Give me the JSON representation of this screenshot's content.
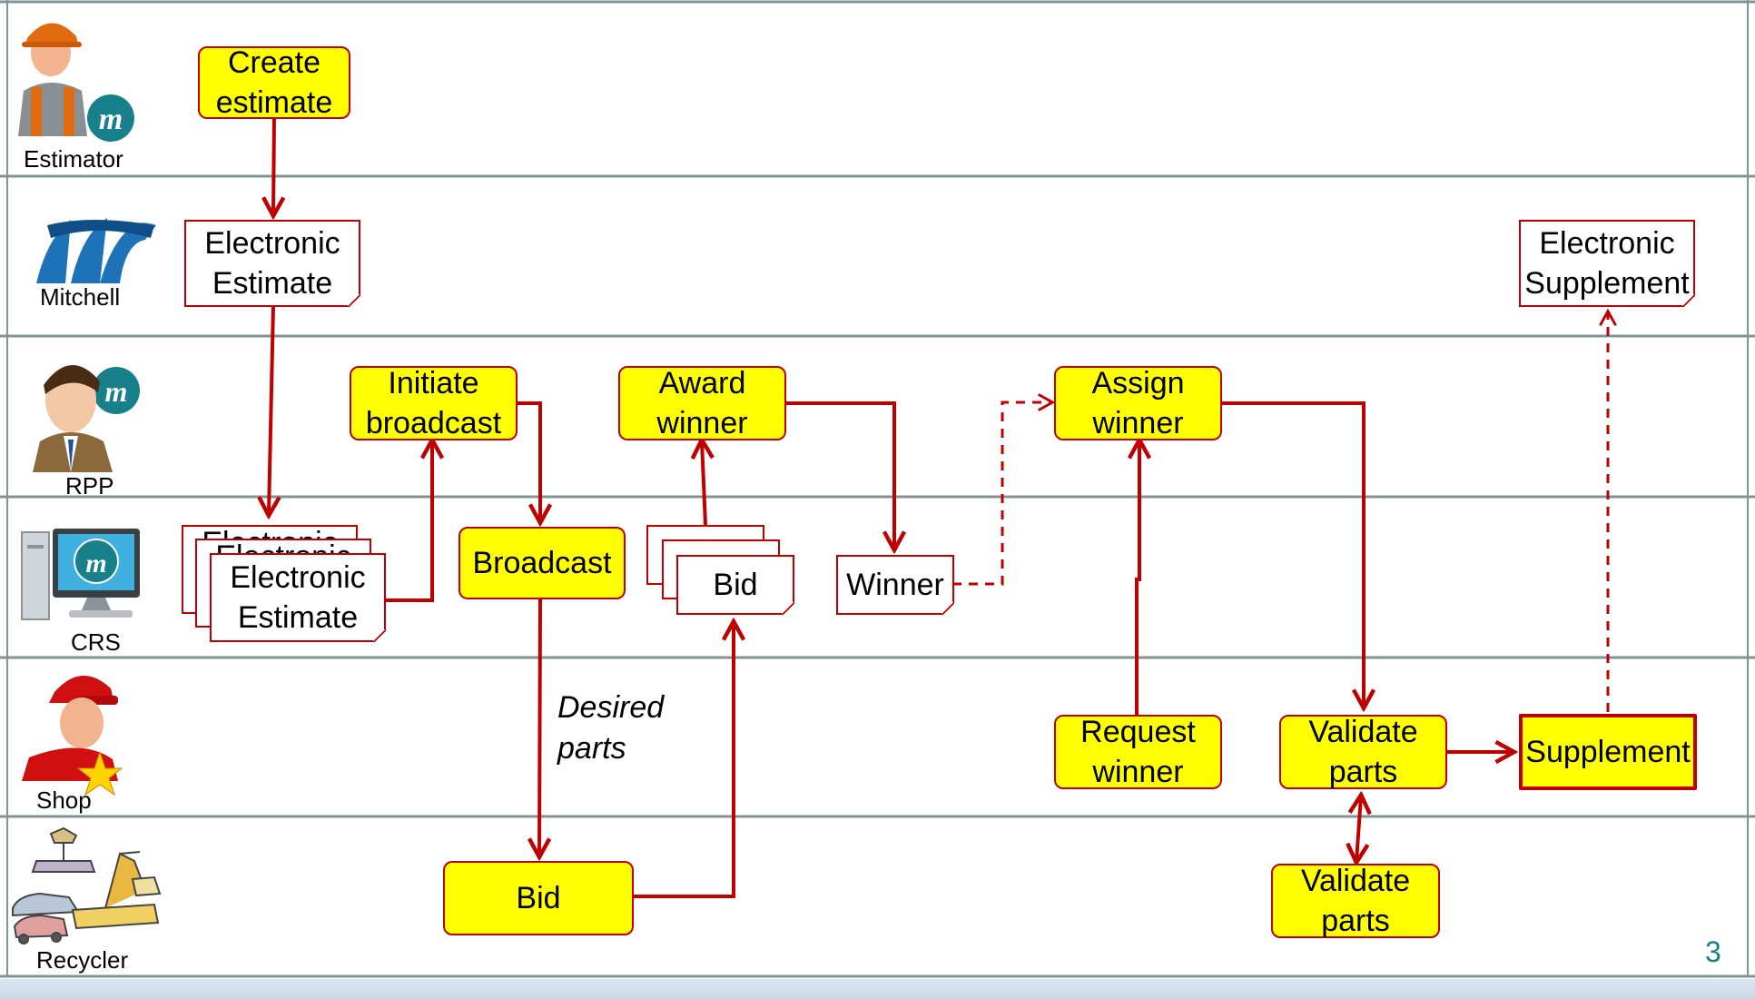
{
  "lanes": [
    {
      "label": "Estimator"
    },
    {
      "label": "Mitchell"
    },
    {
      "label": "RPP"
    },
    {
      "label": "CRS"
    },
    {
      "label": "Shop"
    },
    {
      "label": "Recycler"
    }
  ],
  "nodes": {
    "create_estimate": "Create estimate",
    "electronic_estimate": "Electronic Estimate",
    "electronic_supplement": "Electronic Supplement",
    "initiate_broadcast": "Initiate broadcast",
    "award_winner": "Award winner",
    "assign_winner": "Assign winner",
    "crs_electronic_estimate": "Electronic Estimate",
    "crs_stack_label": "Electronic",
    "broadcast": "Broadcast",
    "crs_bid": "Bid",
    "crs_winner": "Winner",
    "request_winner": "Request winner",
    "shop_validate_parts": "Validate parts",
    "supplement": "Supplement",
    "recycler_bid": "Bid",
    "recycler_validate_parts": "Validate parts"
  },
  "annotation": "Desired parts",
  "page_number": "3",
  "colors": {
    "process_fill": "#ffff00",
    "stroke": "#c00000",
    "lane_divider": "#7f9497",
    "page_number": "#17808a"
  },
  "icons": [
    "mechanic-icon",
    "mitchell-logo-icon",
    "businessman-icon",
    "computer-monitor-icon",
    "shop-worker-icon",
    "recycler-crane-icon"
  ]
}
